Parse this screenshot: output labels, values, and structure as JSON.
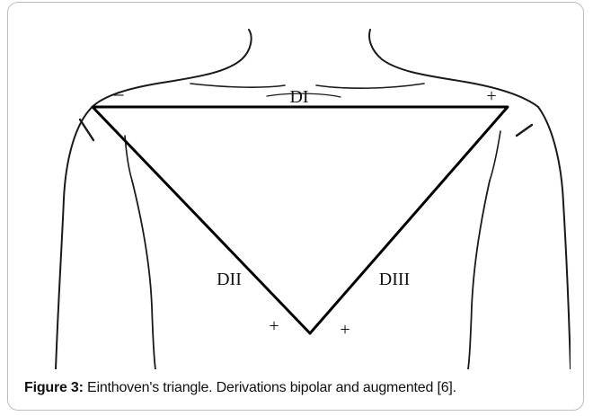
{
  "diagram": {
    "lead_top": "DI",
    "lead_left": "DII",
    "lead_right": "DIII",
    "sign_left_shoulder": "–",
    "sign_right_shoulder": "+",
    "sign_bottom_left": "+",
    "sign_bottom_right": "+"
  },
  "caption": {
    "label": "Figure 3:",
    "text": " Einthoven's triangle. Derivations bipolar and augmented [6]."
  }
}
